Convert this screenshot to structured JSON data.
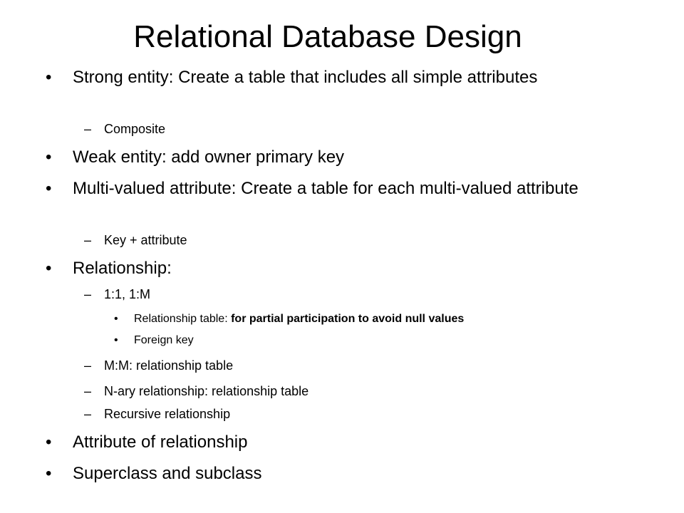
{
  "slide": {
    "title": "Relational Database Design",
    "bullet_glyph": "•",
    "dash_glyph": "–",
    "items": [
      {
        "level": 1,
        "text": "Strong entity: Create a table that includes all simple attributes"
      },
      {
        "level": 2,
        "text": "Composite"
      },
      {
        "level": 1,
        "text": "Weak entity: add owner primary key"
      },
      {
        "level": 1,
        "text": "Multi-valued attribute: Create a table for each multi-valued attribute"
      },
      {
        "level": 2,
        "text": "Key + attribute"
      },
      {
        "level": 1,
        "text": "Relationship:"
      },
      {
        "level": 2,
        "text": "1:1, 1:M"
      },
      {
        "level": 3,
        "text": "Relationship table: ",
        "bold_text": "for partial participation to avoid null values"
      },
      {
        "level": 3,
        "text": "Foreign key"
      },
      {
        "level": 2,
        "text": "M:M: relationship table"
      },
      {
        "level": 2,
        "text": "N-ary relationship: relationship table"
      },
      {
        "level": 2,
        "text": "Recursive relationship"
      },
      {
        "level": 1,
        "text": "Attribute of relationship"
      },
      {
        "level": 1,
        "text": "Superclass and subclass"
      }
    ]
  }
}
